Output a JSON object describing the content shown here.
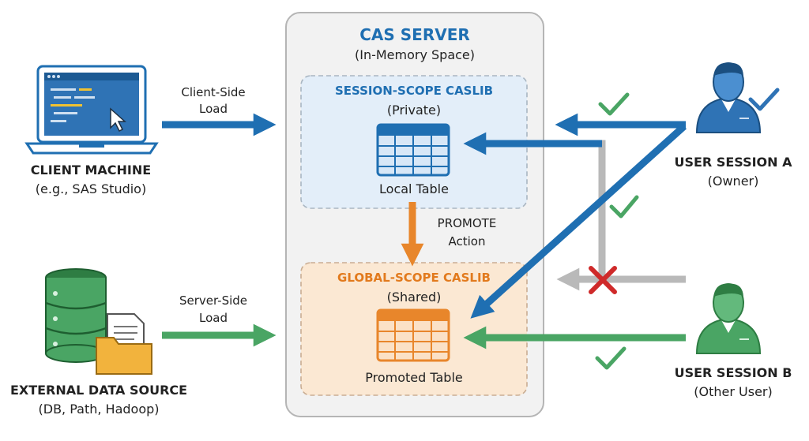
{
  "server": {
    "title": "CAS SERVER",
    "subtitle": "(In-Memory Space)"
  },
  "session_caslib": {
    "title": "SESSION-SCOPE CASLIB",
    "subtitle": "(Private)",
    "table_label": "Local Table"
  },
  "global_caslib": {
    "title": "GLOBAL-SCOPE CASLIB",
    "subtitle": "(Shared)",
    "table_label": "Promoted Table"
  },
  "promote": {
    "line1": "PROMOTE",
    "line2": "Action"
  },
  "client": {
    "name": "CLIENT MACHINE",
    "detail": "(e.g., SAS Studio)",
    "arrow_line1": "Client-Side",
    "arrow_line2": "Load"
  },
  "external": {
    "name": "EXTERNAL DATA SOURCE",
    "detail": "(DB, Path, Hadoop)",
    "arrow_line1": "Server-Side",
    "arrow_line2": "Load"
  },
  "user_a": {
    "name": "USER SESSION A",
    "role": "(Owner)"
  },
  "user_b": {
    "name": "USER SESSION B",
    "role": "(Other User)"
  },
  "colors": {
    "blue": "#1f6fb2",
    "green": "#4aa564",
    "orange": "#e8862b",
    "gray": "#b9b9b9",
    "red": "#cf2a2a",
    "check": "#4aa564"
  }
}
